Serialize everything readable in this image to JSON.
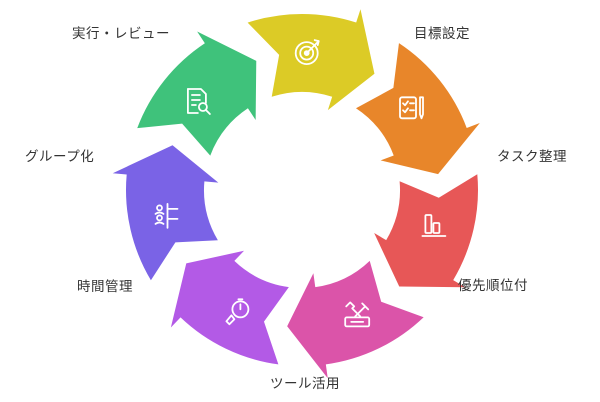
{
  "cycle": {
    "steps": [
      {
        "label": "目標設定",
        "color": "#dccb26",
        "icon": "target-icon"
      },
      {
        "label": "タスク整理",
        "color": "#e8862a",
        "icon": "checklist-pen-icon"
      },
      {
        "label": "優先順位付",
        "color": "#e75757",
        "icon": "bar-chart-icon"
      },
      {
        "label": "ツール活用",
        "color": "#db54a9",
        "icon": "tools-icon"
      },
      {
        "label": "時間管理",
        "color": "#b35ae6",
        "icon": "stopwatch-hand-icon"
      },
      {
        "label": "グループ化",
        "color": "#7a63e6",
        "icon": "group-people-icon"
      },
      {
        "label": "実行・レビュー",
        "color": "#3fc27b",
        "icon": "document-search-icon"
      }
    ]
  }
}
